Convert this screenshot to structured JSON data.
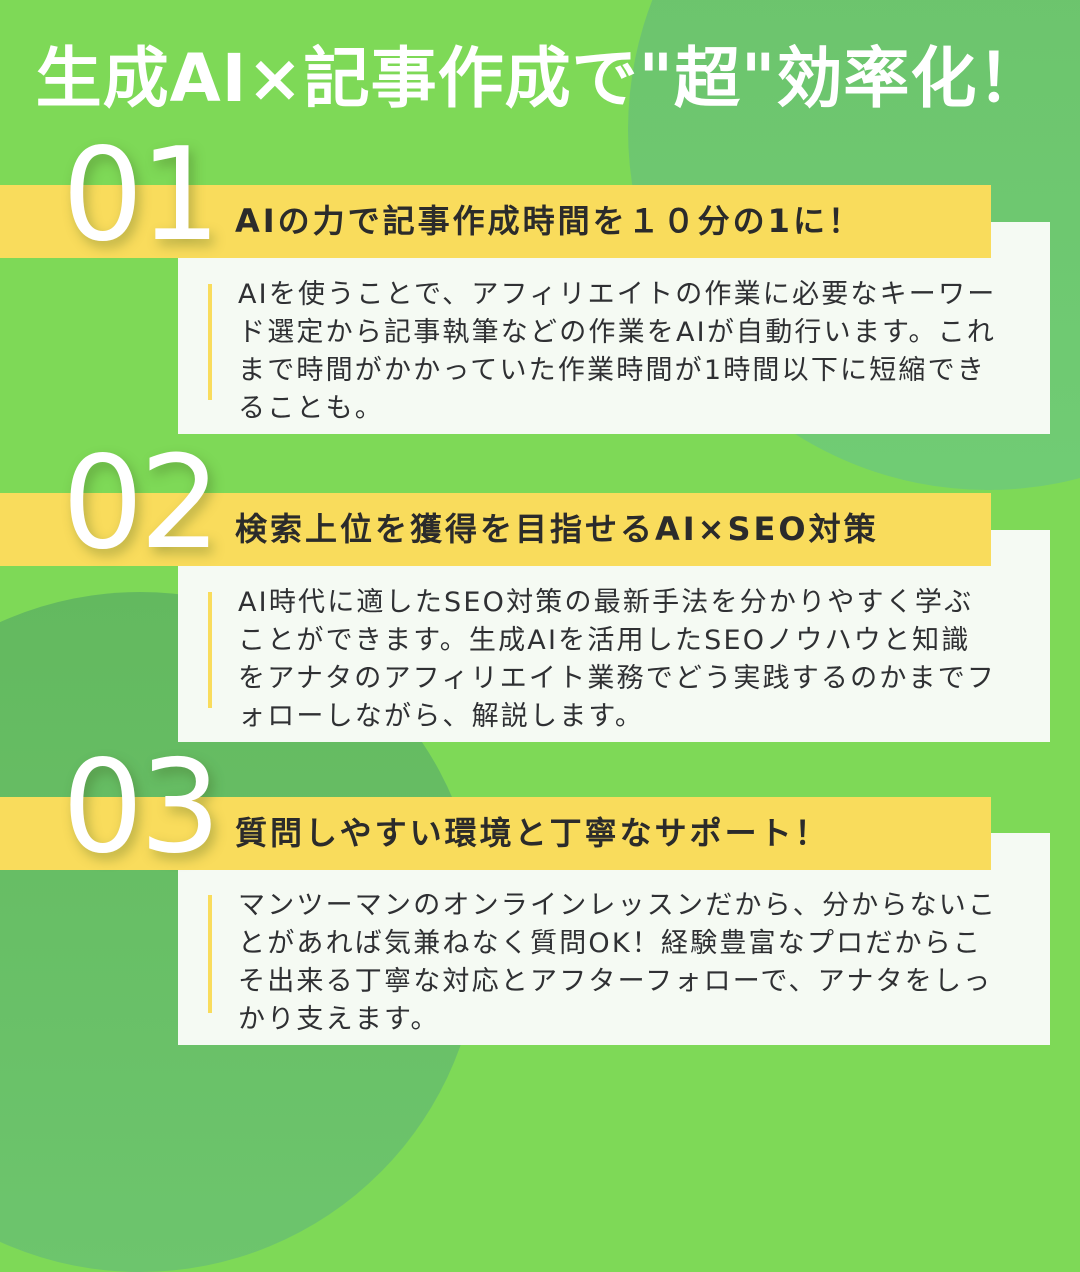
{
  "title": "生成AI×記事作成で\"超\"効率化！",
  "colors": {
    "background": "#7ed957",
    "circle": "#6bc16a",
    "accent_yellow": "#f9dc5c",
    "card": "#f5faf3",
    "heading_text": "#2b2b2b",
    "title_text": "#ffffff"
  },
  "sections": [
    {
      "number": "01",
      "heading": "AIの力で記事作成時間を１０分の1に！",
      "body": "AIを使うことで、アフィリエイトの作業に必要なキーワード選定から記事執筆などの作業をAIが自動行います。これまで時間がかかっていた作業時間が1時間以下に短縮できることも。"
    },
    {
      "number": "02",
      "heading": "検索上位を獲得を目指せるAI×SEO対策",
      "body": "AI時代に適したSEO対策の最新手法を分かりやすく学ぶことができます。生成AIを活用したSEOノウハウと知識をアナタのアフィリエイト業務でどう実践するのかまでフォローしながら、解説します。"
    },
    {
      "number": "03",
      "heading": "質問しやすい環境と丁寧なサポート！",
      "body": "マンツーマンのオンラインレッスンだから、分からないことがあれば気兼ねなく質問OK！経験豊富なプロだからこそ出来る丁寧な対応とアフターフォローで、アナタをしっかり支えます。"
    }
  ]
}
